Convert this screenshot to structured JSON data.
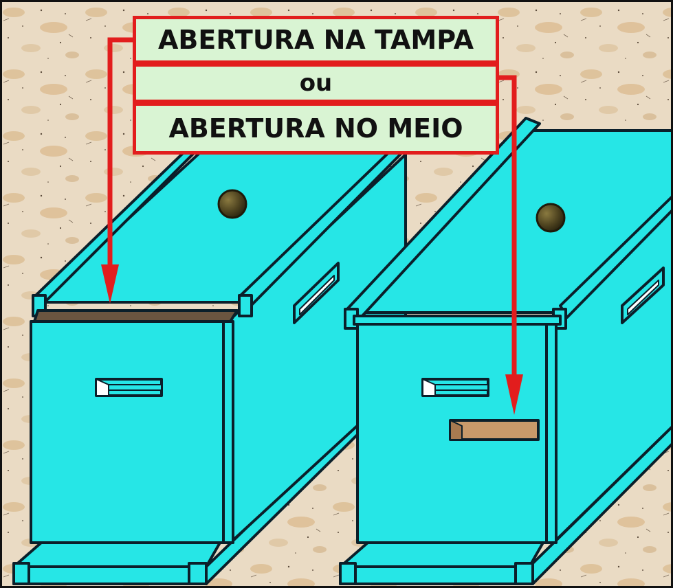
{
  "labels": {
    "top": "ABERTURA NA TAMPA",
    "middle": "ou",
    "bottom": "ABERTURA NO MEIO"
  },
  "colors": {
    "background": "#eadbc4",
    "hive_body": "#26e6e6",
    "outline": "#0b1f2a",
    "opening": "#c89a6a",
    "arrow": "#e21d1d",
    "label_fill": "#d9f4d3"
  }
}
